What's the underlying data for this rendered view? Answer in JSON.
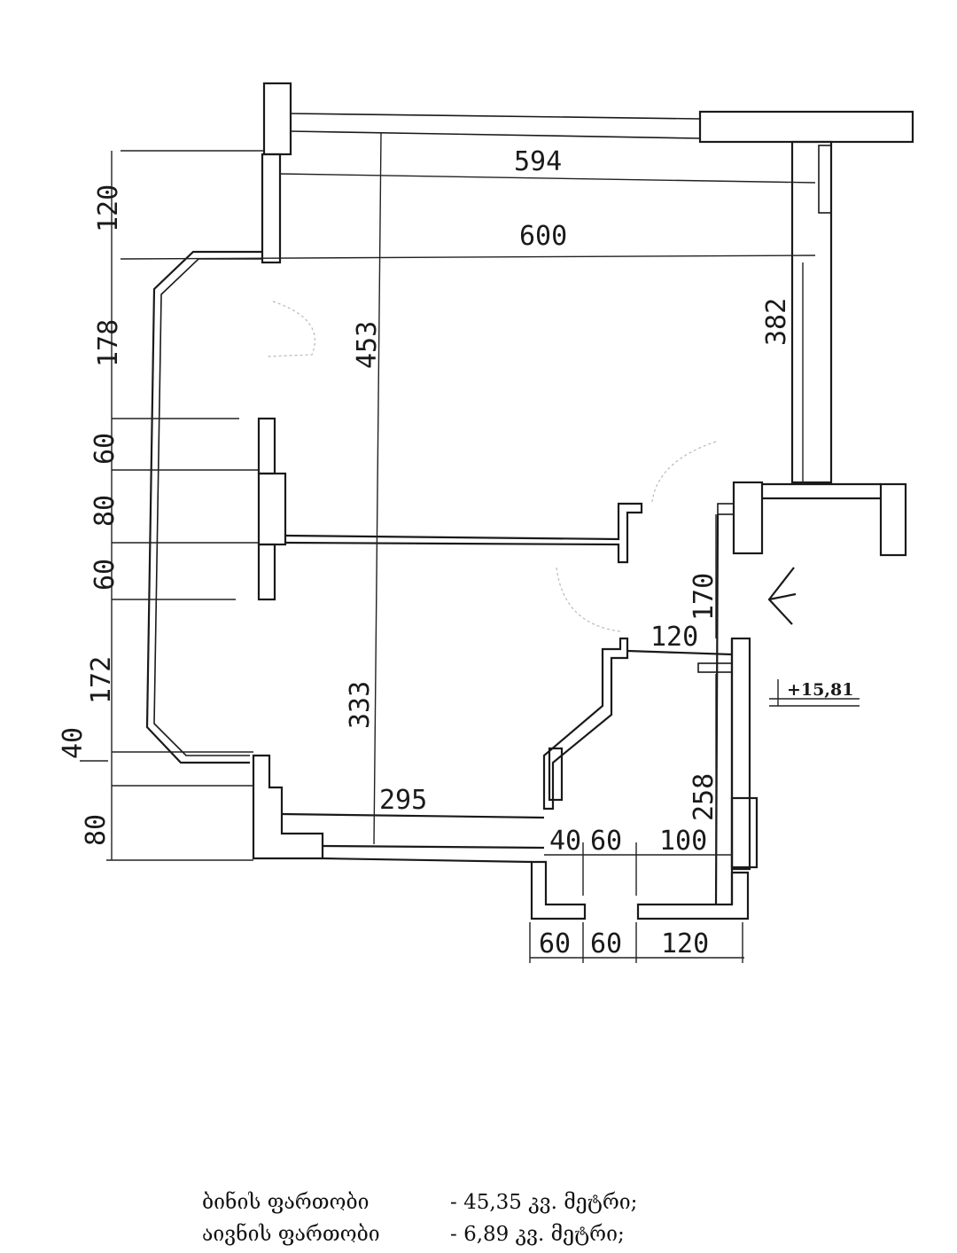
{
  "dimensions": {
    "d594": "594",
    "d600": "600",
    "d120_left": "120",
    "d178": "178",
    "d453": "453",
    "d382": "382",
    "d60_a": "60",
    "d80": "80",
    "d60_b": "60",
    "d170": "170",
    "d120_mid": "120",
    "d172": "172",
    "d40": "40",
    "d333": "333",
    "d258": "258",
    "d295": "295",
    "d80_bottom": "80",
    "d40_b": "40",
    "d60_c": "60",
    "d100": "100",
    "d60_e": "60",
    "d60_f": "60",
    "d120_bottom": "120"
  },
  "level_mark": "+15,81",
  "notes": [
    {
      "label": "ბინის ფართობი",
      "value": "- 45,35 კვ. მეტრი;"
    },
    {
      "label": "აივნის ფართობი",
      "value": "- 6,89 კვ. მეტრი;"
    }
  ]
}
